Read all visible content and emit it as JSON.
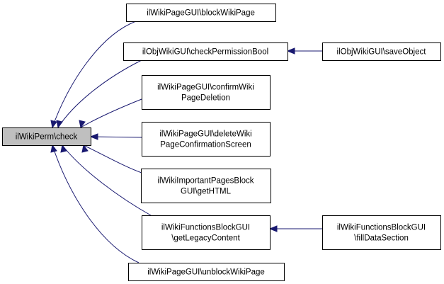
{
  "diagram": {
    "type": "caller-graph",
    "colors": {
      "edge": "#191970",
      "root_fill": "#bfbfbf",
      "node_fill": "#ffffff",
      "node_border": "#000000"
    },
    "root": {
      "id": "check",
      "lines": [
        "ilWikiPerm\\check"
      ]
    },
    "nodes": [
      {
        "id": "blockWikiPage",
        "lines": [
          "ilWikiPageGUI\\blockWikiPage"
        ]
      },
      {
        "id": "checkPermissionBool",
        "lines": [
          "ilObjWikiGUI\\checkPermissionBool"
        ]
      },
      {
        "id": "confirmWikiPageDeletion",
        "lines": [
          "ilWikiPageGUI\\confirmWiki",
          "PageDeletion"
        ]
      },
      {
        "id": "deleteWikiPageConfirmationScreen",
        "lines": [
          "ilWikiPageGUI\\deleteWiki",
          "PageConfirmationScreen"
        ]
      },
      {
        "id": "getHTML",
        "lines": [
          "ilWikiImportantPagesBlock",
          "GUI\\getHTML"
        ]
      },
      {
        "id": "getLegacyContent",
        "lines": [
          "ilWikiFunctionsBlockGUI",
          "\\getLegacyContent"
        ]
      },
      {
        "id": "unblockWikiPage",
        "lines": [
          "ilWikiPageGUI\\unblockWikiPage"
        ]
      },
      {
        "id": "saveObject",
        "lines": [
          "ilObjWikiGUI\\saveObject"
        ]
      },
      {
        "id": "fillDataSection",
        "lines": [
          "ilWikiFunctionsBlockGUI",
          "\\fillDataSection"
        ]
      }
    ],
    "edges": [
      {
        "from": "blockWikiPage",
        "to": "check"
      },
      {
        "from": "checkPermissionBool",
        "to": "check"
      },
      {
        "from": "confirmWikiPageDeletion",
        "to": "check"
      },
      {
        "from": "deleteWikiPageConfirmationScreen",
        "to": "check"
      },
      {
        "from": "getHTML",
        "to": "check"
      },
      {
        "from": "getLegacyContent",
        "to": "check"
      },
      {
        "from": "unblockWikiPage",
        "to": "check"
      },
      {
        "from": "saveObject",
        "to": "checkPermissionBool"
      },
      {
        "from": "fillDataSection",
        "to": "getLegacyContent"
      }
    ]
  }
}
